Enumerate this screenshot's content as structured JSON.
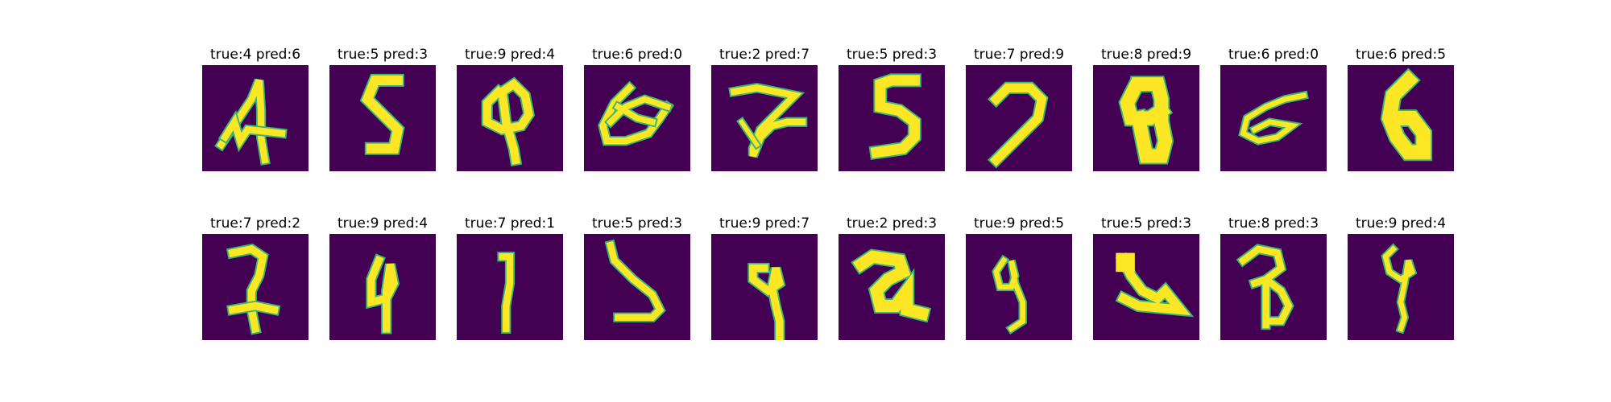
{
  "figure": {
    "background": "#ffffff",
    "image_background": "#440154",
    "stroke_color": "#fde725",
    "edge_color": "#35b779",
    "rows": [
      [
        {
          "title": "true:4 pred:6"
        },
        {
          "title": "true:5 pred:3"
        },
        {
          "title": "true:9 pred:4"
        },
        {
          "title": "true:6 pred:0"
        },
        {
          "title": "true:2 pred:7"
        },
        {
          "title": "true:5 pred:3"
        },
        {
          "title": "true:7 pred:9"
        },
        {
          "title": "true:8 pred:9"
        },
        {
          "title": "true:6 pred:0"
        },
        {
          "title": "true:6 pred:5"
        }
      ],
      [
        {
          "title": "true:7 pred:2"
        },
        {
          "title": "true:9 pred:4"
        },
        {
          "title": "true:7 pred:1"
        },
        {
          "title": "true:5 pred:3"
        },
        {
          "title": "true:9 pred:7"
        },
        {
          "title": "true:2 pred:3"
        },
        {
          "title": "true:9 pred:5"
        },
        {
          "title": "true:5 pred:3"
        },
        {
          "title": "true:8 pred:3"
        },
        {
          "title": "true:9 pred:4"
        }
      ]
    ]
  }
}
